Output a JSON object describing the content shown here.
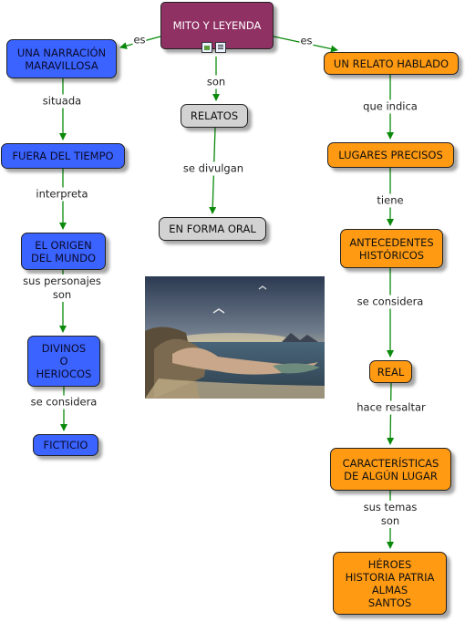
{
  "map": {
    "root": "MITO Y LEYENDA",
    "left": {
      "n1": "UNA NARRACIÓN\nMARAVILLOSA",
      "n2": "FUERA DEL TIEMPO",
      "n3": "EL ORIGEN\nDEL MUNDO",
      "n4": "DIVINOS\nO\nHERIOCOS",
      "n5": "FICTICIO"
    },
    "center": {
      "n1": "RELATOS",
      "n2": "EN FORMA ORAL"
    },
    "right": {
      "n1": "UN RELATO HABLADO",
      "n2": "LUGARES PRECISOS",
      "n3": "ANTECEDENTES\nHISTÓRICOS",
      "n4": "REAL",
      "n5": "CARACTERÍSTICAS\nDE ALGÚN LUGAR",
      "n6": "HÉROES\nHISTORIA PATRIA\nALMAS\nSANTOS"
    },
    "links": {
      "es_left": "es",
      "es_right": "es",
      "son": "son",
      "situada": "situada",
      "interpreta": "interpreta",
      "sus_personajes_son": "sus personajes\nson",
      "se_considera_left": "se considera",
      "se_divulgan": "se divulgan",
      "que_indica": "que indica",
      "tiene": "tiene",
      "se_considera_right": "se considera",
      "hace_resaltar": "hace resaltar",
      "sus_temas_son": "sus temas son"
    },
    "colors": {
      "root": "#8f3163",
      "left_nodes": "#3a63ff",
      "right_nodes": "#ff9a12",
      "center_nodes": "#d2d2d2",
      "arrows": "#0a8a0a"
    },
    "resource_icons": [
      "image-icon",
      "document-icon"
    ]
  }
}
